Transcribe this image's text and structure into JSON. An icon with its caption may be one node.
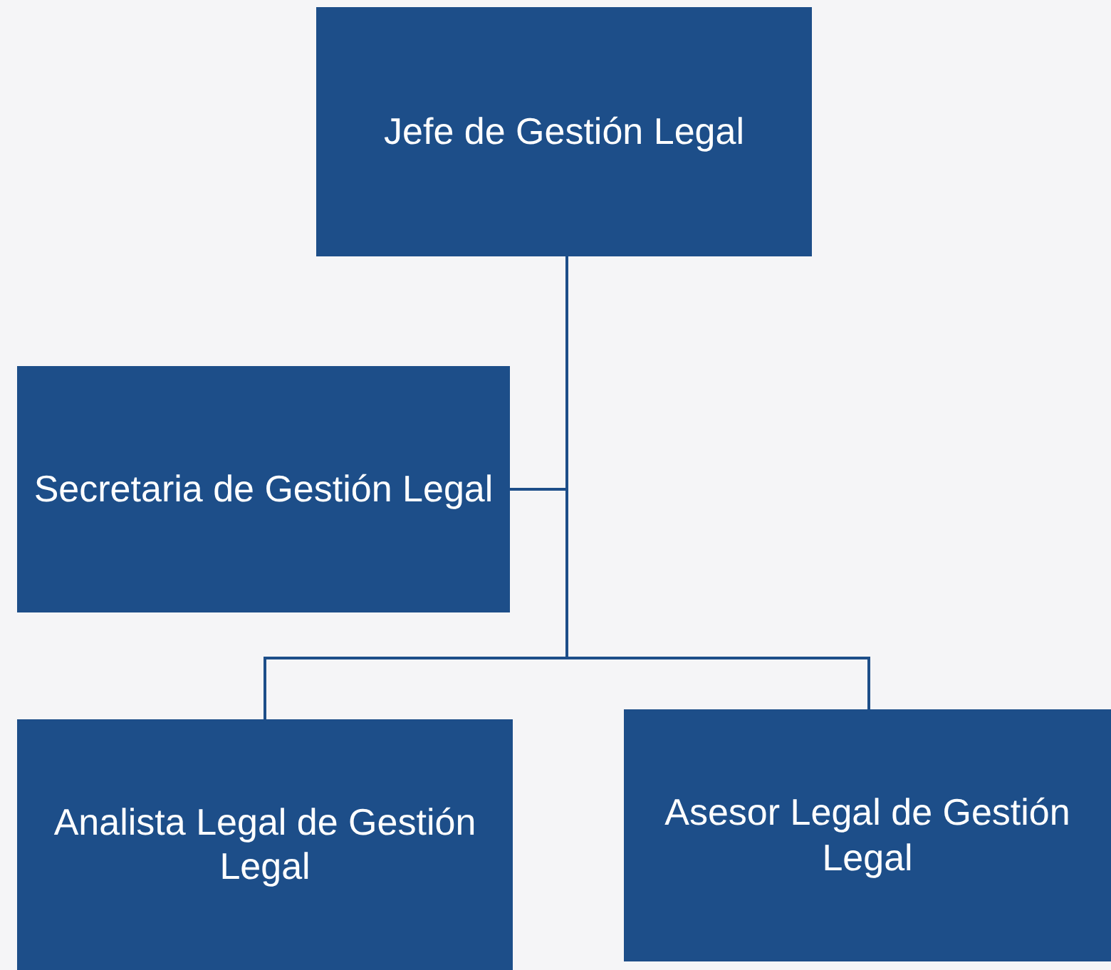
{
  "diagram": {
    "nodes": [
      {
        "text": [
          "Jefe de Gestión Legal"
        ]
      },
      {
        "text": [
          "Secretaria de Gestión Legal"
        ]
      },
      {
        "text": [
          "Analista Legal de Gestión Legal"
        ]
      },
      {
        "text": [
          "Asesor Legal de Gestión Legal"
        ]
      }
    ],
    "edges": [
      {
        "from": 0,
        "to": 1,
        "arrow": "none"
      },
      {
        "from": 0,
        "to": 2,
        "arrow": "none"
      },
      {
        "from": 0,
        "to": 3,
        "arrow": "none"
      }
    ]
  }
}
